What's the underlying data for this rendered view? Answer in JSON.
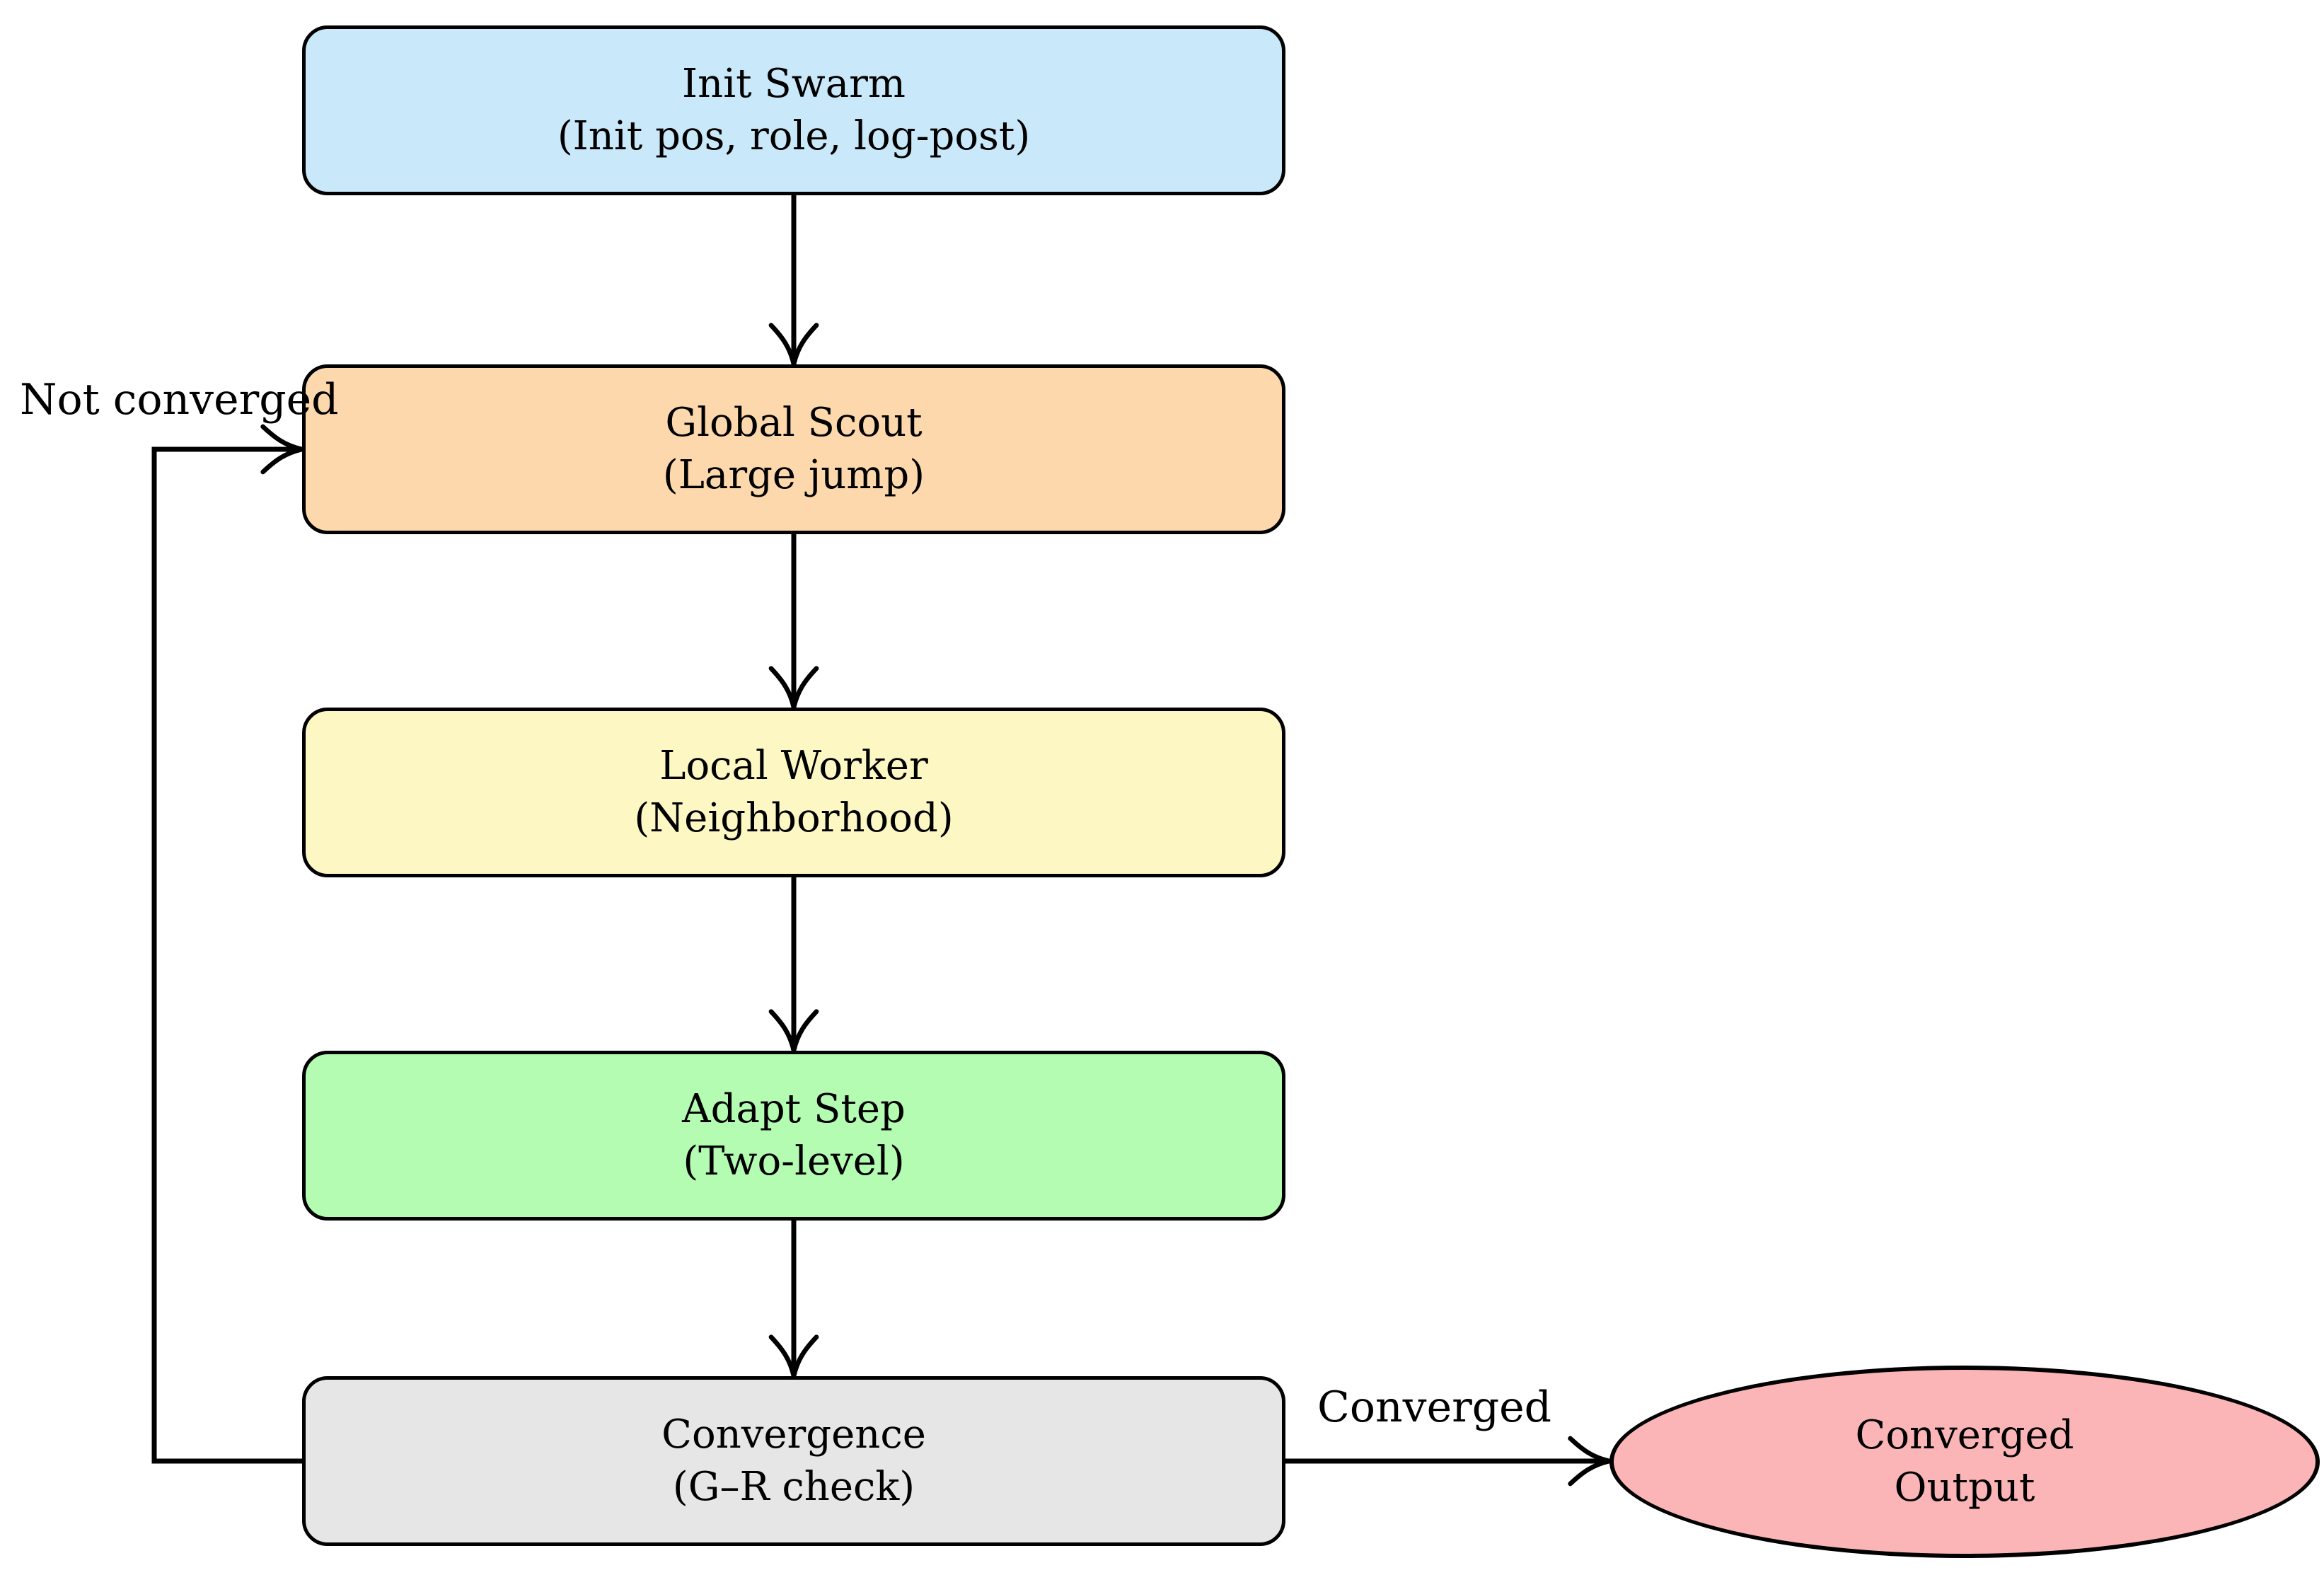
{
  "diagram": {
    "background": "#ffffff",
    "stroke_color": "#000000",
    "nodes": [
      {
        "id": "init-swarm",
        "shape": "rounded-rect",
        "line1": "Init Swarm",
        "line2": "(Init pos, role, log-post)",
        "fill": "#c9e8fa"
      },
      {
        "id": "global-scout",
        "shape": "rounded-rect",
        "line1": "Global Scout",
        "line2": "(Large jump)",
        "fill": "#fdd8ac"
      },
      {
        "id": "local-worker",
        "shape": "rounded-rect",
        "line1": "Local Worker",
        "line2": "(Neighborhood)",
        "fill": "#fdf8c3"
      },
      {
        "id": "adapt-step",
        "shape": "rounded-rect",
        "line1": "Adapt Step",
        "line2": "(Two-level)",
        "fill": "#b3fcb2"
      },
      {
        "id": "convergence",
        "shape": "rounded-rect",
        "line1": "Convergence",
        "line2": "(G–R check)",
        "fill": "#e6e6e6"
      },
      {
        "id": "converged-output",
        "shape": "ellipse",
        "line1": "Converged",
        "line2": "Output",
        "fill": "#fbb5b6"
      }
    ],
    "edge_labels": {
      "not_converged": "Not converged",
      "converged": "Converged"
    }
  }
}
